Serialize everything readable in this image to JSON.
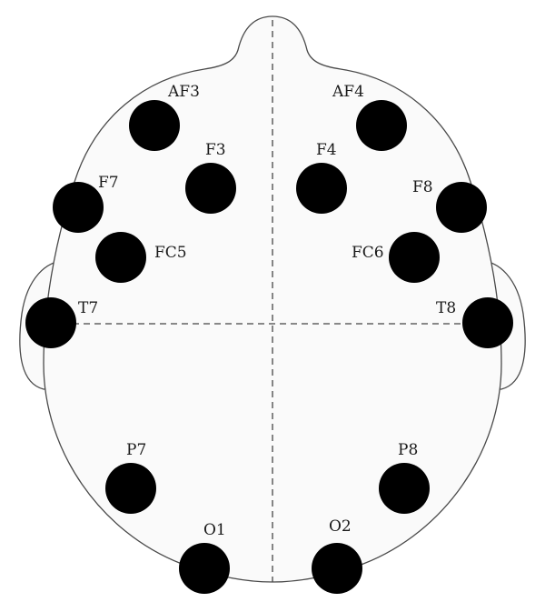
{
  "diagram": {
    "colors": {
      "head_fill": "#fafafa",
      "outline": "#4a4a4a",
      "electrode": "#000000",
      "midline": "#444444"
    },
    "electrodes": [
      {
        "id": "AF3",
        "label": "AF3"
      },
      {
        "id": "AF4",
        "label": "AF4"
      },
      {
        "id": "F3",
        "label": "F3"
      },
      {
        "id": "F4",
        "label": "F4"
      },
      {
        "id": "F7",
        "label": "F7"
      },
      {
        "id": "F8",
        "label": "F8"
      },
      {
        "id": "FC5",
        "label": "FC5"
      },
      {
        "id": "FC6",
        "label": "FC6"
      },
      {
        "id": "T7",
        "label": "T7"
      },
      {
        "id": "T8",
        "label": "T8"
      },
      {
        "id": "P7",
        "label": "P7"
      },
      {
        "id": "P8",
        "label": "P8"
      },
      {
        "id": "O1",
        "label": "O1"
      },
      {
        "id": "O2",
        "label": "O2"
      }
    ]
  }
}
